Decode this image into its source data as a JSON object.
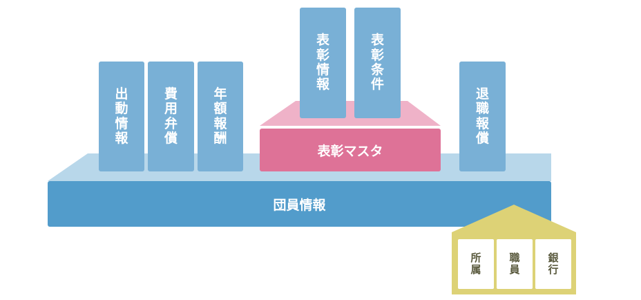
{
  "colors": {
    "pillar": "#79b0d6",
    "base_top": "#b8d7ea",
    "base_front": "#529ccb",
    "master_top": "#efb2c8",
    "master_front": "#de7297",
    "house": "#ddd276",
    "house_text": "#5a5a3e"
  },
  "base": {
    "label": "団員情報"
  },
  "master": {
    "label": "表彰マスタ"
  },
  "pillars": [
    {
      "label": "出動情報"
    },
    {
      "label": "費用弁償"
    },
    {
      "label": "年額報酬"
    },
    {
      "label": "表彰情報"
    },
    {
      "label": "表彰条件"
    },
    {
      "label": "退職報償"
    }
  ],
  "house": {
    "boxes": [
      {
        "label": "所属"
      },
      {
        "label": "職員"
      },
      {
        "label": "銀行"
      }
    ]
  }
}
